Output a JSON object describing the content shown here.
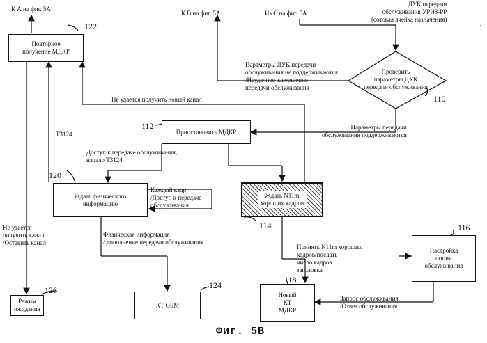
{
  "caption": "Фиг. 5В",
  "refs": {
    "r122": "122",
    "r120": "120",
    "r112": "112",
    "r114": "114",
    "r110": "110",
    "r116": "116",
    "r118": "118",
    "r126": "126",
    "r124": "124"
  },
  "boxes": {
    "b122": "Повторное\nполучение МДКР",
    "b112": "Приостановить МДКР",
    "b120": "Ждать физического\nинформацию",
    "b114": "Ждать N11m\nхороших кадров",
    "b116": "Настройка\nопции\nобслуживания",
    "b118": "Новый\nКТ\nМДКР",
    "b126": "Режим\nожидания",
    "b124": "КТ GSM",
    "d110": "Проверить\nпараметры ДУК\nпередачи обслуживания"
  },
  "labels": {
    "toA": "К А на фиг. 5А",
    "toB": "К  В на фиг. 5А",
    "fromC": "Из С на фиг. 5А",
    "duk": "ДУК передачи\nобслуживания УРИЗ-РР\n(сотовая ячейка назначения)",
    "notSupported": "Параметры ДУК передачи\nобслуживания не поддерживаются\n/Неудачное завершение\nпередачи обслуживания",
    "noNewChannel": "Не удается получить новый канал",
    "supported": "Параметры передачи\nобслуживания поддерживаются",
    "t3124": "Т3124",
    "access": "Доступ к передаче обслуживания,\nначало Т3124",
    "everyFrame": "Каждый кадр\n/Доступ к передаче\nобслуживания",
    "cannotGet": "Не удается\nполучить канал\n/Оставить канал",
    "physInfo": "Физическая информация\n/ дополнение  передачи обслуживания",
    "accept": "Принять N11m хороших\nкадров/послать\nчисло кадров\nзаголовка",
    "request": "Запрос обслуживания\n/Ответ обслуживания"
  }
}
